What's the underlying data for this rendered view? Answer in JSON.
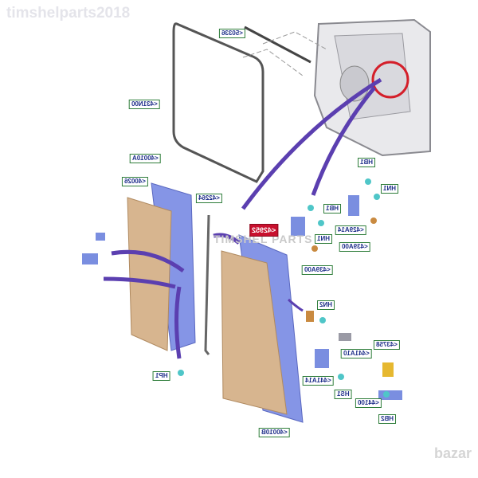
{
  "watermark": "timshelparts2018",
  "center_watermark": "TIMSHEL PARTS",
  "site_logo": "bazar",
  "labels": {
    "glass_seal_strip": "<50336",
    "window_seal": "<431N00",
    "door_left_assembly": "<40010A",
    "door_left_panel": "<40026",
    "weatherstrip": "<42264",
    "highlighted_part": "<42952",
    "bolt_upper_right": "HB1",
    "nut_upper_right": "HN1",
    "bolt_upper_left": "HB1",
    "hinge_upper": "<429A14",
    "nut_upper_left": "HN1",
    "bushing_right": "<439A00",
    "bushing_left": "<439A00",
    "nut_lower": "HN2",
    "check_cover": "<441A10",
    "bracket_yellow": "<43758",
    "check_arm": "<441A14",
    "screw_lower": "HS1",
    "check_strap": "<44100",
    "bolt_lower": "HB2",
    "door_right_assembly": "<40010B",
    "plug": "HP1"
  },
  "colors": {
    "door_panel": "#d7b58f",
    "door_frame": "#7f8fe0",
    "arrow": "#5b3fb0",
    "highlight": "#c8102e",
    "callout_border": "#2e7d3a"
  }
}
